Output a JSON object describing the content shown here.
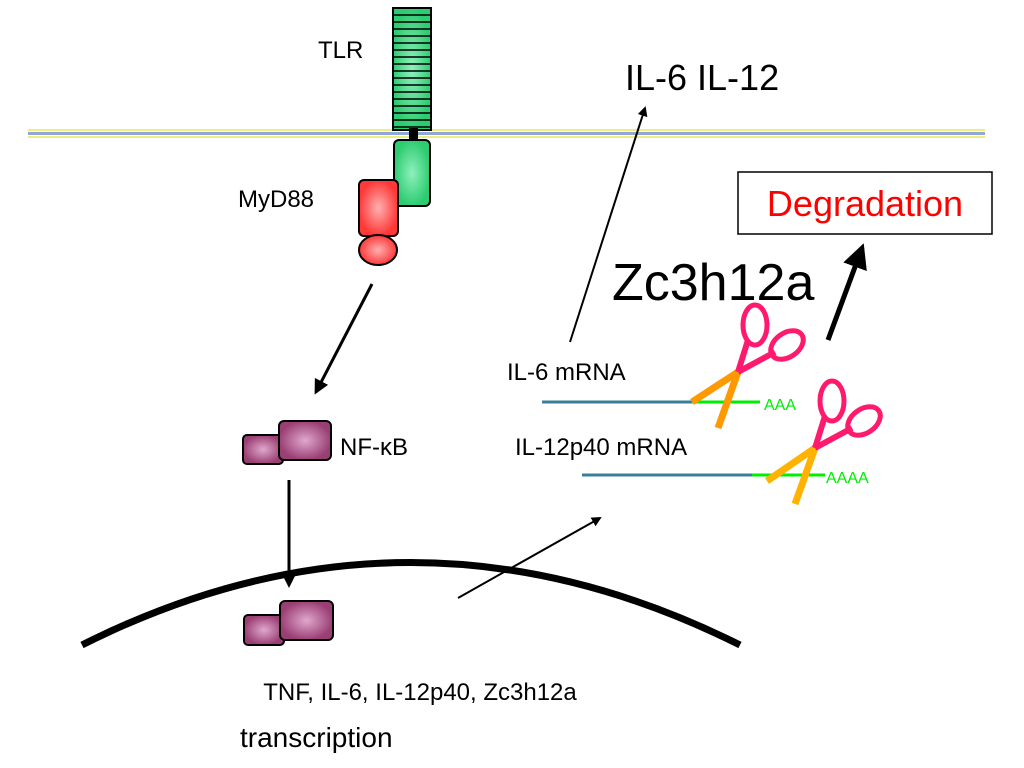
{
  "labels": {
    "tlr": "TLR",
    "myd88": "MyD88",
    "nfkb": "NF-κB",
    "genes": "TNF, IL-6, IL-12p40, Zc3h12a",
    "transcription": "transcription",
    "cytokines": "IL-6 IL-12",
    "degradation": "Degradation",
    "zc3h12a": "Zc3h12a",
    "il6_mrna": "IL-6 mRNA",
    "il6_polya": "AAA",
    "il12_mrna": "IL-12p40 mRNA",
    "il12_polya": "AAAA"
  },
  "colors": {
    "tlr": "#2ecc71",
    "myd88": "#ff4040",
    "nfkb": "#a0457a",
    "degradation_text": "#ff0000",
    "mrna": "#3a7f9a",
    "polya": "#00ee00",
    "scissor_handle": "#ff1a6e",
    "scissor_blade": "#ff9900"
  }
}
